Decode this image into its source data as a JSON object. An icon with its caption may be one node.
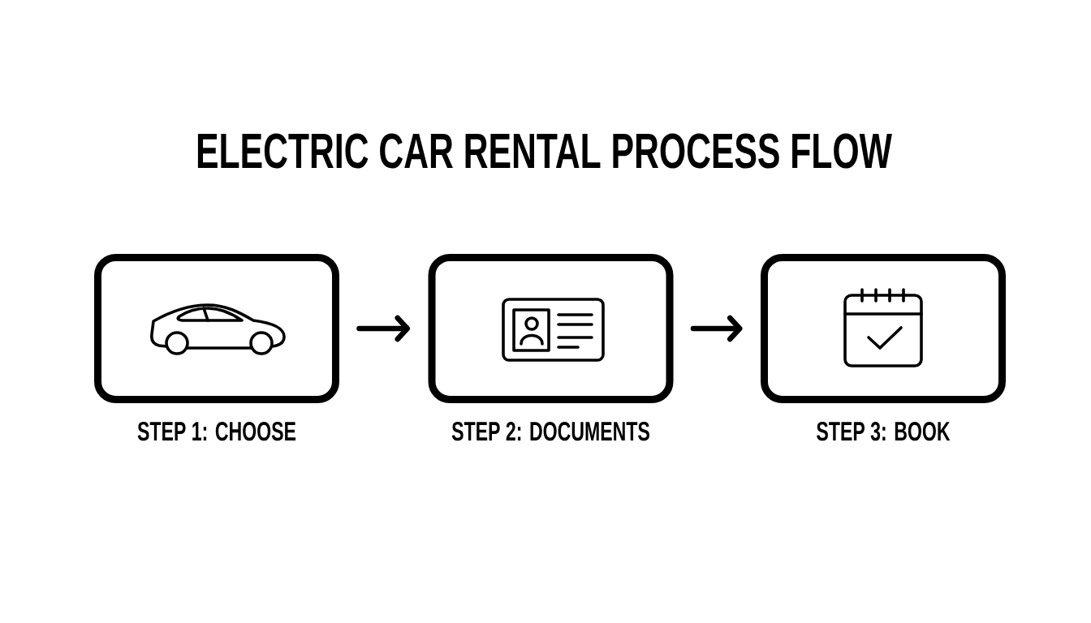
{
  "diagram": {
    "title": "ELECTRIC CAR RENTAL PROCESS FLOW",
    "nodes": [
      {
        "text": [
          "STEP 1: CHOOSE"
        ]
      },
      {
        "text": [
          "STEP 2: DOCUMENTS"
        ]
      },
      {
        "text": [
          "STEP 3: BOOK"
        ]
      }
    ],
    "edges": [
      {
        "from": 0,
        "to": 1,
        "arrow": "to"
      },
      {
        "from": 1,
        "to": 2,
        "arrow": "to"
      }
    ]
  }
}
